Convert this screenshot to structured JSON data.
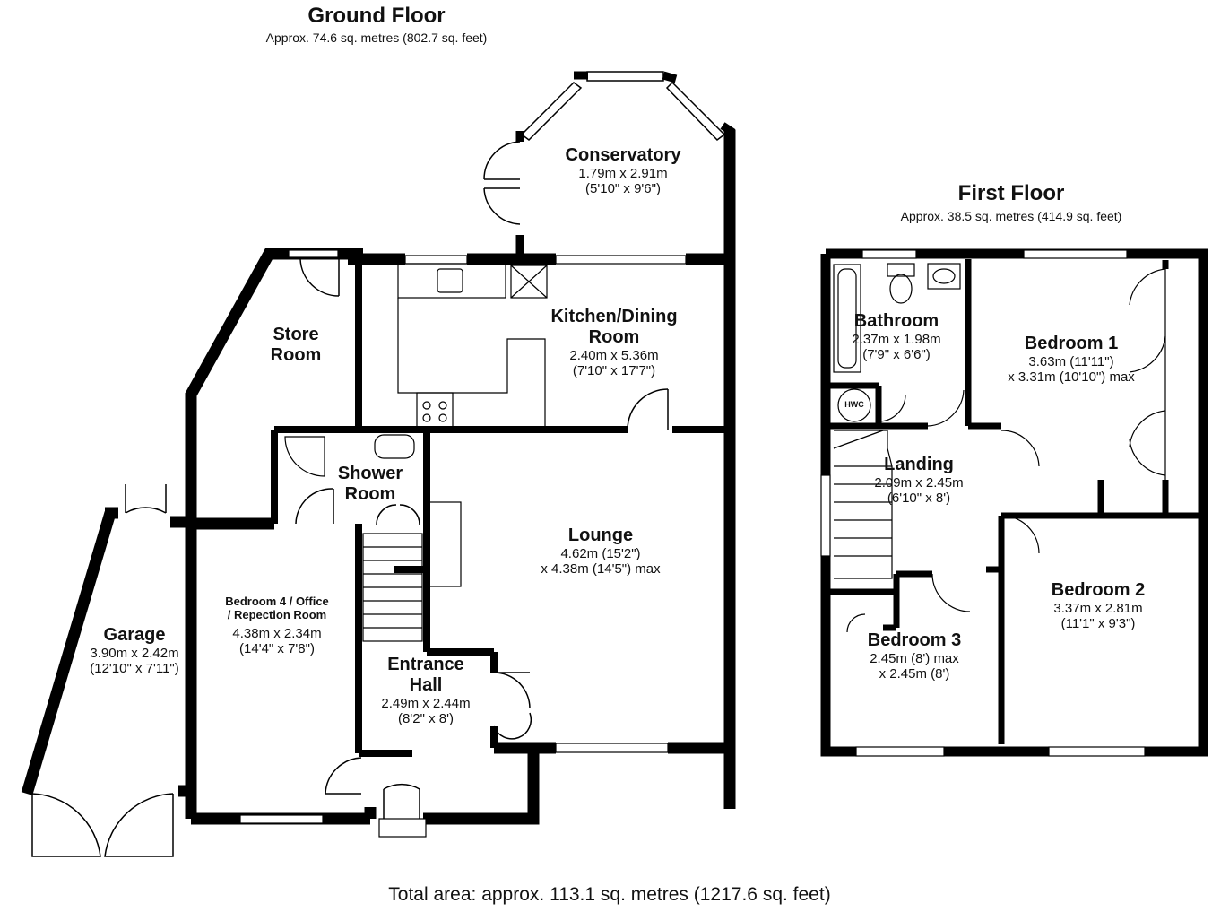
{
  "ground_floor": {
    "title": "Ground Floor",
    "area": "Approx. 74.6 sq. metres (802.7 sq. feet)",
    "rooms": [
      {
        "name": "Conservatory",
        "dim1": "1.79m x 2.91m",
        "dim2": "(5'10\" x 9'6\")"
      },
      {
        "name": "Store",
        "name2": "Room"
      },
      {
        "name": "Kitchen/Dining",
        "name2": "Room",
        "dim1": "2.40m x 5.36m",
        "dim2": "(7'10\" x 17'7\")"
      },
      {
        "name": "Shower",
        "name2": "Room"
      },
      {
        "name": "Lounge",
        "dim1": "4.62m (15'2\")",
        "dim2": "x 4.38m (14'5\") max"
      },
      {
        "name": "Bedroom 4 / Office",
        "name2": "/ Repection Room",
        "dim1": "4.38m x 2.34m",
        "dim2": "(14'4\" x 7'8\")"
      },
      {
        "name": "Garage",
        "dim1": "3.90m x 2.42m",
        "dim2": "(12'10\" x 7'11\")"
      },
      {
        "name": "Entrance",
        "name2": "Hall",
        "dim1": "2.49m x 2.44m",
        "dim2": "(8'2\" x 8')"
      }
    ]
  },
  "first_floor": {
    "title": "First Floor",
    "area": "Approx. 38.5 sq. metres (414.9 sq. feet)",
    "rooms": [
      {
        "name": "Bathroom",
        "dim1": "2.37m x 1.98m",
        "dim2": "(7'9\" x 6'6\")"
      },
      {
        "name": "Bedroom 1",
        "dim1": "3.63m (11'11\")",
        "dim2": "x 3.31m (10'10\") max"
      },
      {
        "name": "Landing",
        "dim1": "2.09m x 2.45m",
        "dim2": "(6'10\" x 8')"
      },
      {
        "name": "Bedroom 2",
        "dim1": "3.37m x 2.81m",
        "dim2": "(11'1\" x 9'3\")"
      },
      {
        "name": "Bedroom 3",
        "dim1": "2.45m (8') max",
        "dim2": "x 2.45m (8')"
      }
    ],
    "hwc_label": "HWC"
  },
  "total_area": "Total area: approx. 113.1 sq. metres (1217.6 sq. feet)"
}
